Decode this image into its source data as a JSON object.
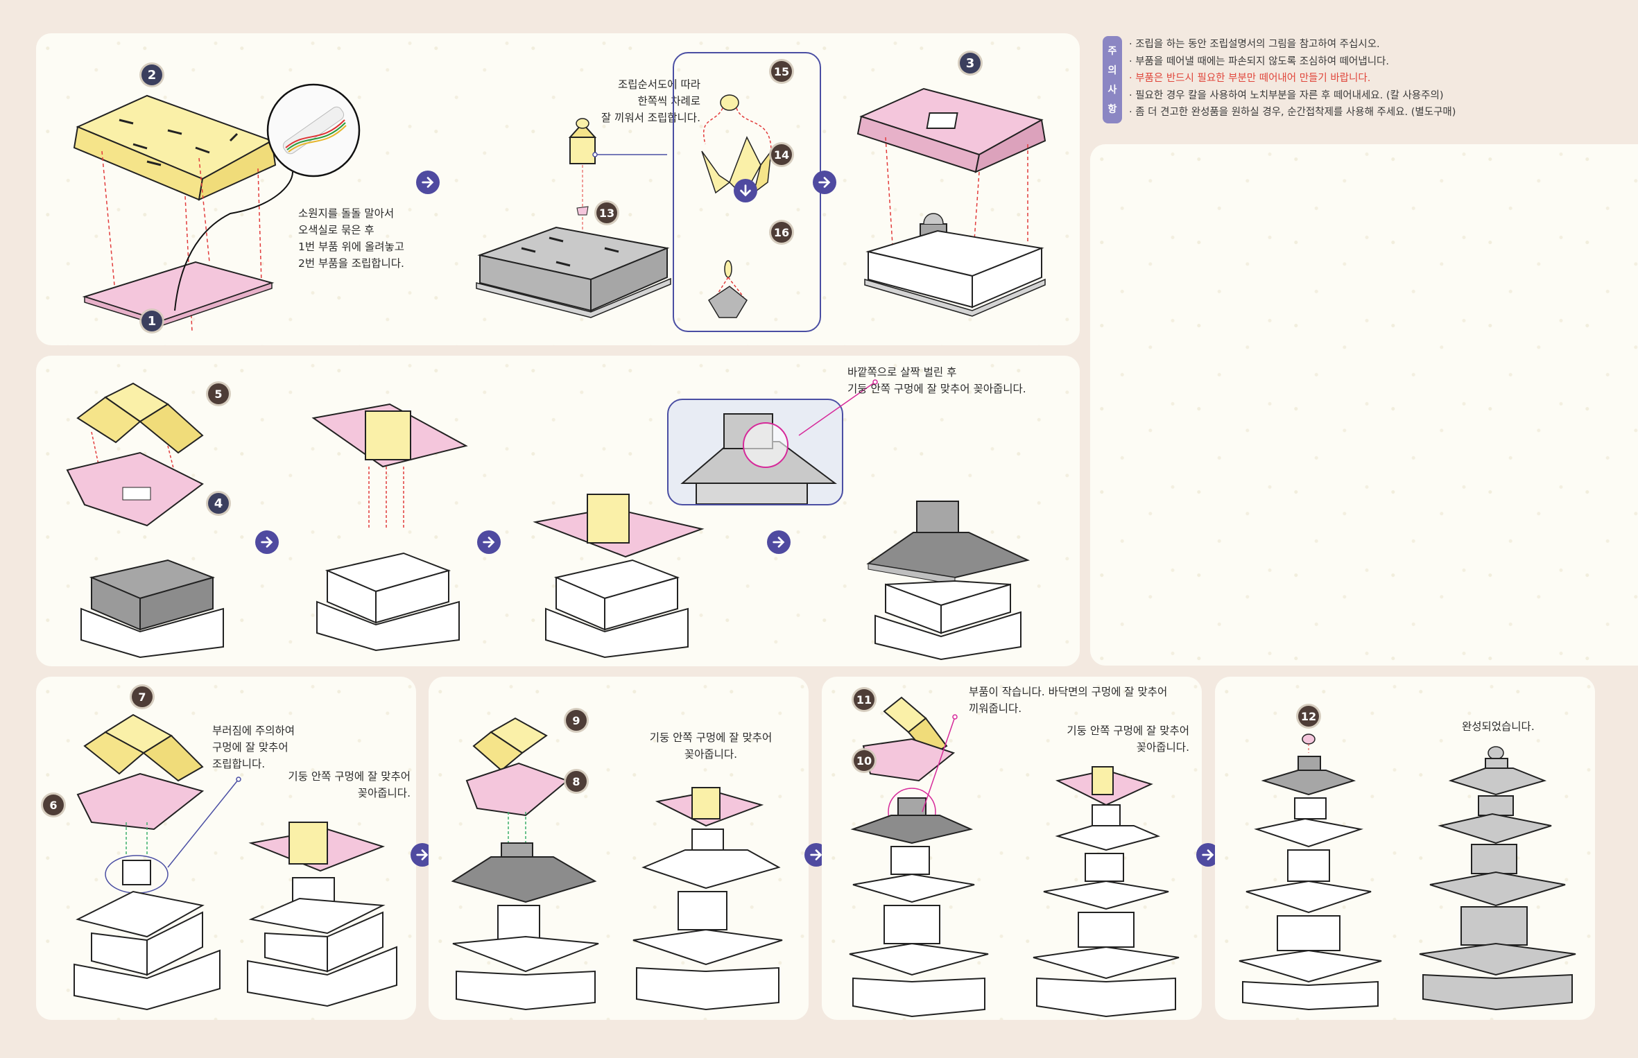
{
  "colors": {
    "background": "#f3e9e0",
    "panel": "#fdfcf5",
    "accent_blue": "#4f4aa0",
    "notes_tag": "#8b86c3",
    "warning_red": "#e0463b",
    "badge_navy": "#3b3f5e",
    "badge_brown": "#4e3d37",
    "part_pink": "#f4c6dc",
    "part_yellow": "#faf0a8",
    "part_gray": "#c9c9c9",
    "guide_red": "#e23b3b",
    "callout_magenta": "#d62a9a"
  },
  "notes": {
    "tag_chars": [
      "주",
      "의",
      "사",
      "항"
    ],
    "items": [
      {
        "text": "· 조립을 하는 동안 조립설명서의 그림을 참고하여 주십시오.",
        "warning": false
      },
      {
        "text": "· 부품을 떼어낼 때에는 파손되지 않도록 조심하여 떼어냅니다.",
        "warning": false
      },
      {
        "text": "· 부품은 반드시 필요한 부분만 떼어내어 만들기 바랍니다.",
        "warning": true
      },
      {
        "text": "· 필요한 경우 칼을 사용하여 노치부분을 자른 후 떼어내세요. (칼 사용주의)",
        "warning": false
      },
      {
        "text": "· 좀 더 견고한 완성품을 원하실 경우, 순간접착제를 사용해 주세요. (별도구매)",
        "warning": false
      }
    ]
  },
  "panels": {
    "row1": {
      "badges": [
        "2",
        "1",
        "13",
        "15",
        "14",
        "16",
        "3"
      ],
      "text_roll": "소원지를 돌돌 말아서\n오색실로 묶은 후\n1번 부품 위에 올려놓고\n2번 부품을 조립합니다.",
      "text_order": "조립순서도에 따라\n한쪽씩 차례로\n잘 끼워서 조립합니다."
    },
    "row2": {
      "badges": [
        "5",
        "4"
      ],
      "text_tabs": "바깥쪽으로 살짝 벌린 후\n기둥 안쪽 구멍에 잘 맞추어 꽂아줍니다."
    },
    "row3a": {
      "badges": [
        "7",
        "6"
      ],
      "text_care": "부러짐에 주의하여\n구멍에 잘 맞추어\n조립합니다.",
      "text_insert": "기둥 안쪽 구멍에 잘 맞추어\n꽂아줍니다."
    },
    "row3b": {
      "badges": [
        "9",
        "8"
      ],
      "text_insert": "기둥 안쪽 구멍에 잘 맞추어\n꽂아줍니다."
    },
    "row3c": {
      "badges": [
        "11",
        "10"
      ],
      "text_small": "부품이 작습니다. 바닥면의 구멍에 잘 맞추어\n끼워줍니다.",
      "text_insert": "기둥 안쪽 구멍에 잘 맞추어\n꽂아줍니다."
    },
    "row3d": {
      "badges": [
        "12"
      ],
      "text_done": "완성되었습니다."
    }
  },
  "icons": {
    "next_step": "arrow-right-icon",
    "down_step": "arrow-down-icon"
  }
}
